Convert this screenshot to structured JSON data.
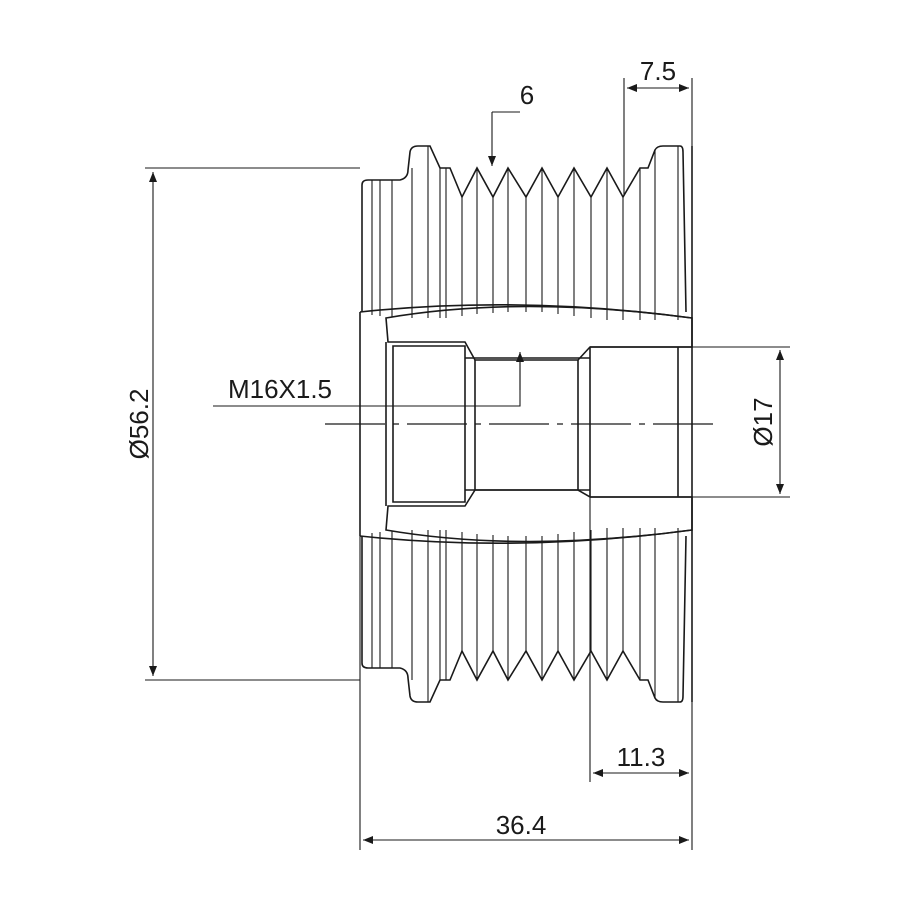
{
  "drawing": {
    "title": "Alternator overrunning pulley dimension drawing",
    "dimensions": {
      "groove_count": "6",
      "flange_width": "7.5",
      "thread": "M16X1.5",
      "outer_diameter": "Ø56.2",
      "bore_diameter": "Ø17",
      "bore_depth": "11.3",
      "overall_length": "36.4"
    },
    "colors": {
      "line": "#1a1a1a",
      "background": "#ffffff"
    }
  }
}
